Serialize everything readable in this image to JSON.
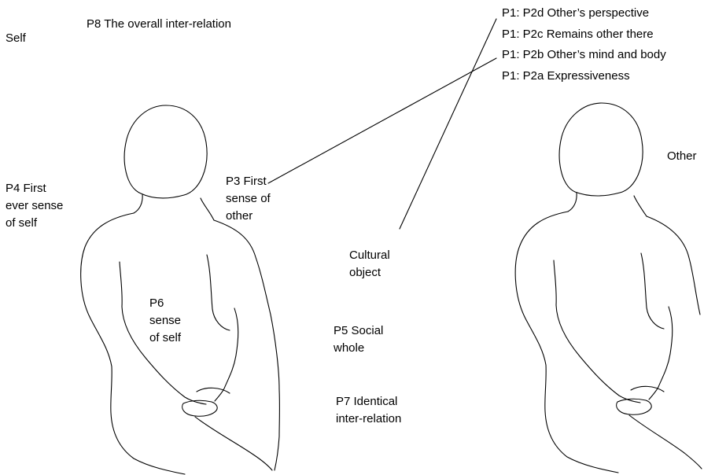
{
  "labels": {
    "self": "Self",
    "other": "Other",
    "p8": "P8 The overall inter-relation",
    "p2d": "P1: P2d Other’s perspective",
    "p2c": "P1: P2c Remains other there",
    "p2b": "P1: P2b Other’s mind and body",
    "p2a": "P1: P2a Expressiveness",
    "p4": [
      "P4 First",
      "ever sense",
      "of self"
    ],
    "p3": [
      "P3 First",
      "sense of",
      "other"
    ],
    "cultural_object": [
      "Cultural",
      "object"
    ],
    "p6": [
      "P6",
      "sense",
      "of self"
    ],
    "p5": [
      "P5 Social",
      "whole"
    ],
    "p7": [
      "P7 Identical",
      "inter-relation"
    ]
  }
}
